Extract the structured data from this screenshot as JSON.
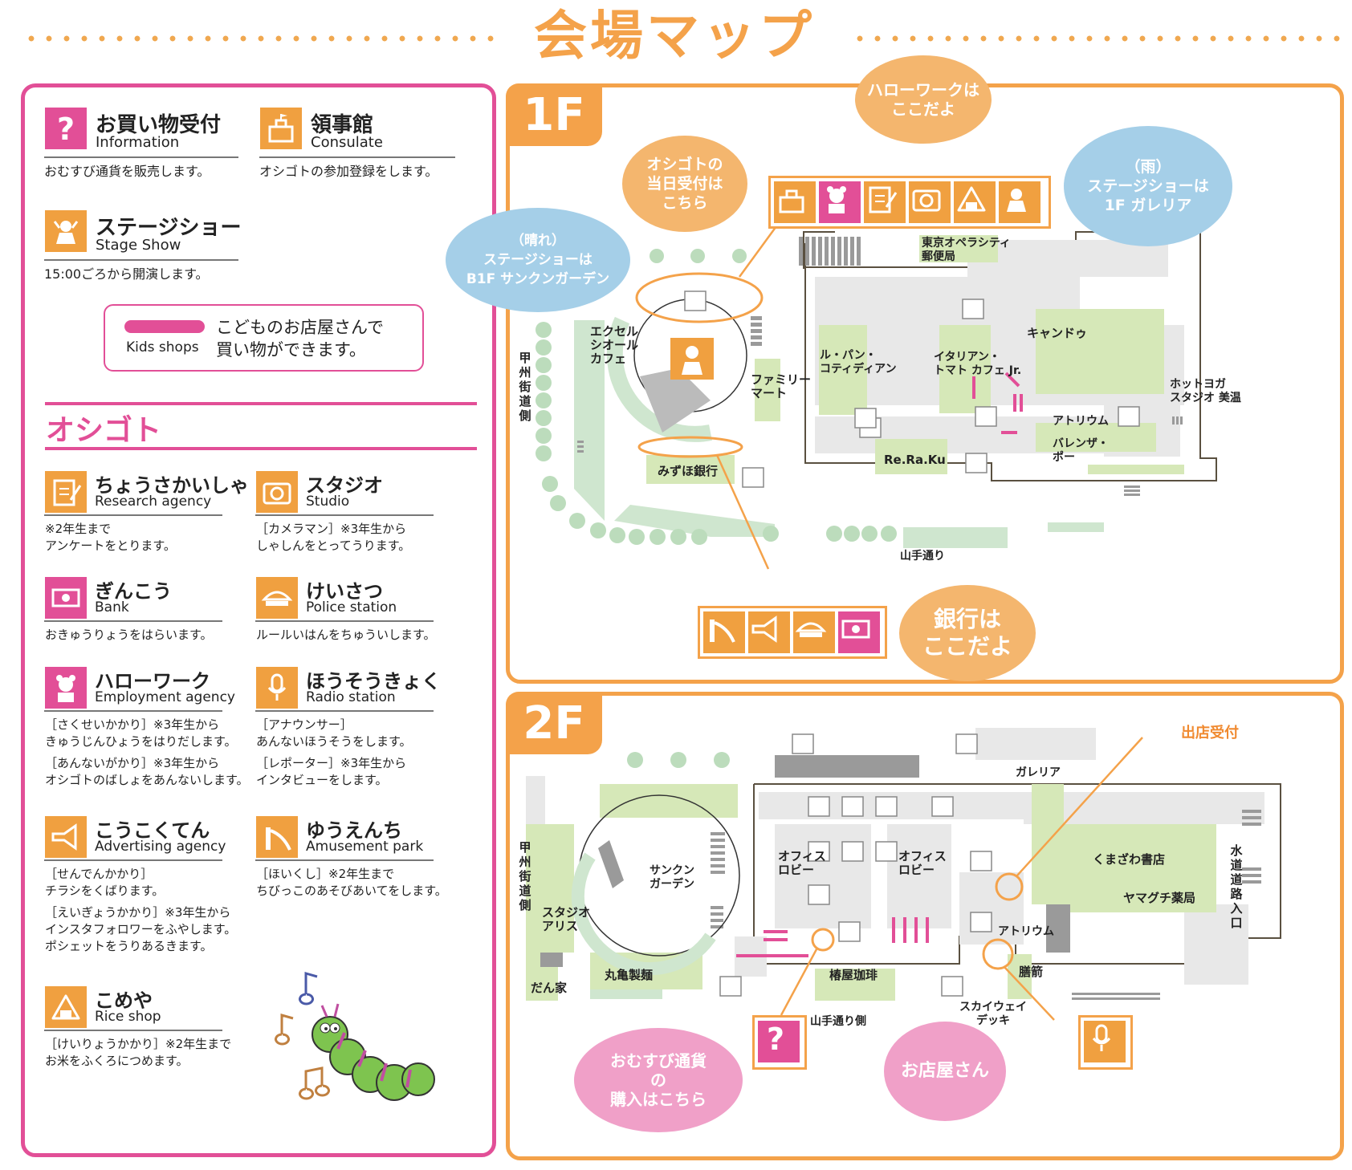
{
  "header": {
    "title": "会場マップ"
  },
  "legend": {
    "facilities": [
      {
        "name": "お買い物受付",
        "en": "Information",
        "desc": "おむすび通貨を販売します。",
        "icon": "question-icon",
        "color": "pink"
      },
      {
        "name": "領事館",
        "en": "Consulate",
        "desc": "オシゴトの参加登録をします。",
        "icon": "consulate-building-icon",
        "color": "orange"
      },
      {
        "name": "ステージショー",
        "en": "Stage Show",
        "desc": "15:00ごろから開演します。",
        "icon": "stage-performer-icon",
        "color": "orange"
      }
    ],
    "kids": {
      "label": "Kids shops",
      "desc_line1": "こどものお店屋さんで",
      "desc_line2": "買い物ができます。"
    },
    "oshigoto_title": "オシゴト",
    "jobs": [
      {
        "name": "ちょうさかいしゃ",
        "en": "Research agency",
        "desc1": "※2年生まで",
        "desc2": "アンケートをとります。",
        "desc3": "",
        "desc4": "",
        "desc5": "",
        "icon": "survey-clipboard-icon",
        "color": "orange"
      },
      {
        "name": "スタジオ",
        "en": "Studio",
        "desc1": "［カメラマン］※3年生から",
        "desc2": "しゃしんをとってうります。",
        "desc3": "",
        "desc4": "",
        "desc5": "",
        "icon": "camera-icon",
        "color": "orange"
      },
      {
        "name": "ぎんこう",
        "en": "Bank",
        "desc1": "おきゅうりょうをはらいます。",
        "desc2": "",
        "desc3": "",
        "desc4": "",
        "desc5": "",
        "icon": "banknote-icon",
        "color": "pink"
      },
      {
        "name": "けいさつ",
        "en": "Police station",
        "desc1": "ルールいはんをちゅういします。",
        "desc2": "",
        "desc3": "",
        "desc4": "",
        "desc5": "",
        "icon": "police-cap-icon",
        "color": "orange"
      },
      {
        "name": "ハローワーク",
        "en": "Employment agency",
        "desc1": "［さくせいかかり］※3年生から",
        "desc2": "きゅうじんひょうをはりだします。",
        "desc3": "［あんないがかり］※3年生から",
        "desc4": "オシゴトのばしょをあんないします。",
        "desc5": "",
        "icon": "bear-employee-icon",
        "color": "pink"
      },
      {
        "name": "ほうそうきょく",
        "en": "Radio station",
        "desc1": "［アナウンサー］",
        "desc2": "あんないほうそうをします。",
        "desc3": "［レポーター］※3年生から",
        "desc4": "インタビューをします。",
        "desc5": "",
        "icon": "microphone-icon",
        "color": "orange"
      },
      {
        "name": "こうこくてん",
        "en": "Advertising agency",
        "desc1": "［せんでんかかり］",
        "desc2": "チラシをくばります。",
        "desc3": "［えいぎょうかかり］※3年生から",
        "desc4": "インスタフォロワーをふやします。",
        "desc5": "ポシェットをうりあるきます。",
        "icon": "megaphone-icon",
        "color": "orange"
      },
      {
        "name": "ゆうえんち",
        "en": "Amusement park",
        "desc1": "［ほいくし］※2年生まで",
        "desc2": "ちびっこのあそびあいてをします。",
        "desc3": "",
        "desc4": "",
        "desc5": "",
        "icon": "slide-icon",
        "color": "orange"
      },
      {
        "name": "こめや",
        "en": "Rice shop",
        "desc1": "［けいりょうかかり］※2年生まで",
        "desc2": "お米をふくろにつめます。",
        "desc3": "",
        "desc4": "",
        "desc5": "",
        "icon": "onigiri-icon",
        "color": "orange"
      }
    ]
  },
  "floor1": {
    "label": "1F",
    "bubbles": {
      "hellowork": "ハローワークは\nここだよ",
      "reception": "オシゴトの\n当日受付は\nこちら",
      "rain": "（雨）\nステージショーは\n1F ガレリア",
      "sunny": "（晴れ）\nステージショーは\nB1F サンクンガーデン",
      "bank": "銀行は\nここだよ"
    },
    "labels": {
      "tokyo_opera": "東京オペラシティ\n郵便局",
      "excelsior": "エクセル\nシオール\nカフェ",
      "family_mart": "ファミリー\nマート",
      "le_pain": "ル・パン・\nコティディアン",
      "italian": "イタリアン・\nトマト カフェ Jr.",
      "candou": "キャンドゥ",
      "hot_yoga": "ホットヨガ\nスタジオ 美温",
      "atrium": "アトリウム",
      "valenza": "バレンザ・\nポー",
      "reraku": "Re.Ra.Ku",
      "mizuho": "みずほ銀行",
      "yamate": "山手通り",
      "koshu": "甲州街道側"
    }
  },
  "floor2": {
    "label": "2F",
    "labels": {
      "shutten": "出店受付",
      "galleria": "ガレリア",
      "office1": "オフィス\nロビー",
      "office2": "オフィス\nロビー",
      "sunken": "サンクン\nガーデン",
      "kumazawa": "くまざわ書店",
      "yamaguchi": "ヤマグチ薬局",
      "atrium": "アトリウム",
      "studio_alice": "スタジオ\nアリス",
      "marugame": "丸亀製麺",
      "tsubakiya": "椿屋珈琲",
      "zeze": "膳箭",
      "dankaya": "だん家",
      "yamate_side": "山手通り側",
      "skyway": "スカイウェイ\nデッキ",
      "suido": "水道道路入口",
      "koshu": "甲州街道側"
    },
    "bubbles": {
      "omusubi": "おむすび通貨\nの\n購入はこちら",
      "shops": "お店屋さん"
    }
  },
  "colors": {
    "pink": "#e24f97",
    "orange": "#f4a24a",
    "blue": "#a5cfe8",
    "green": "#d6e8b8",
    "gray": "#e8e8e8"
  }
}
